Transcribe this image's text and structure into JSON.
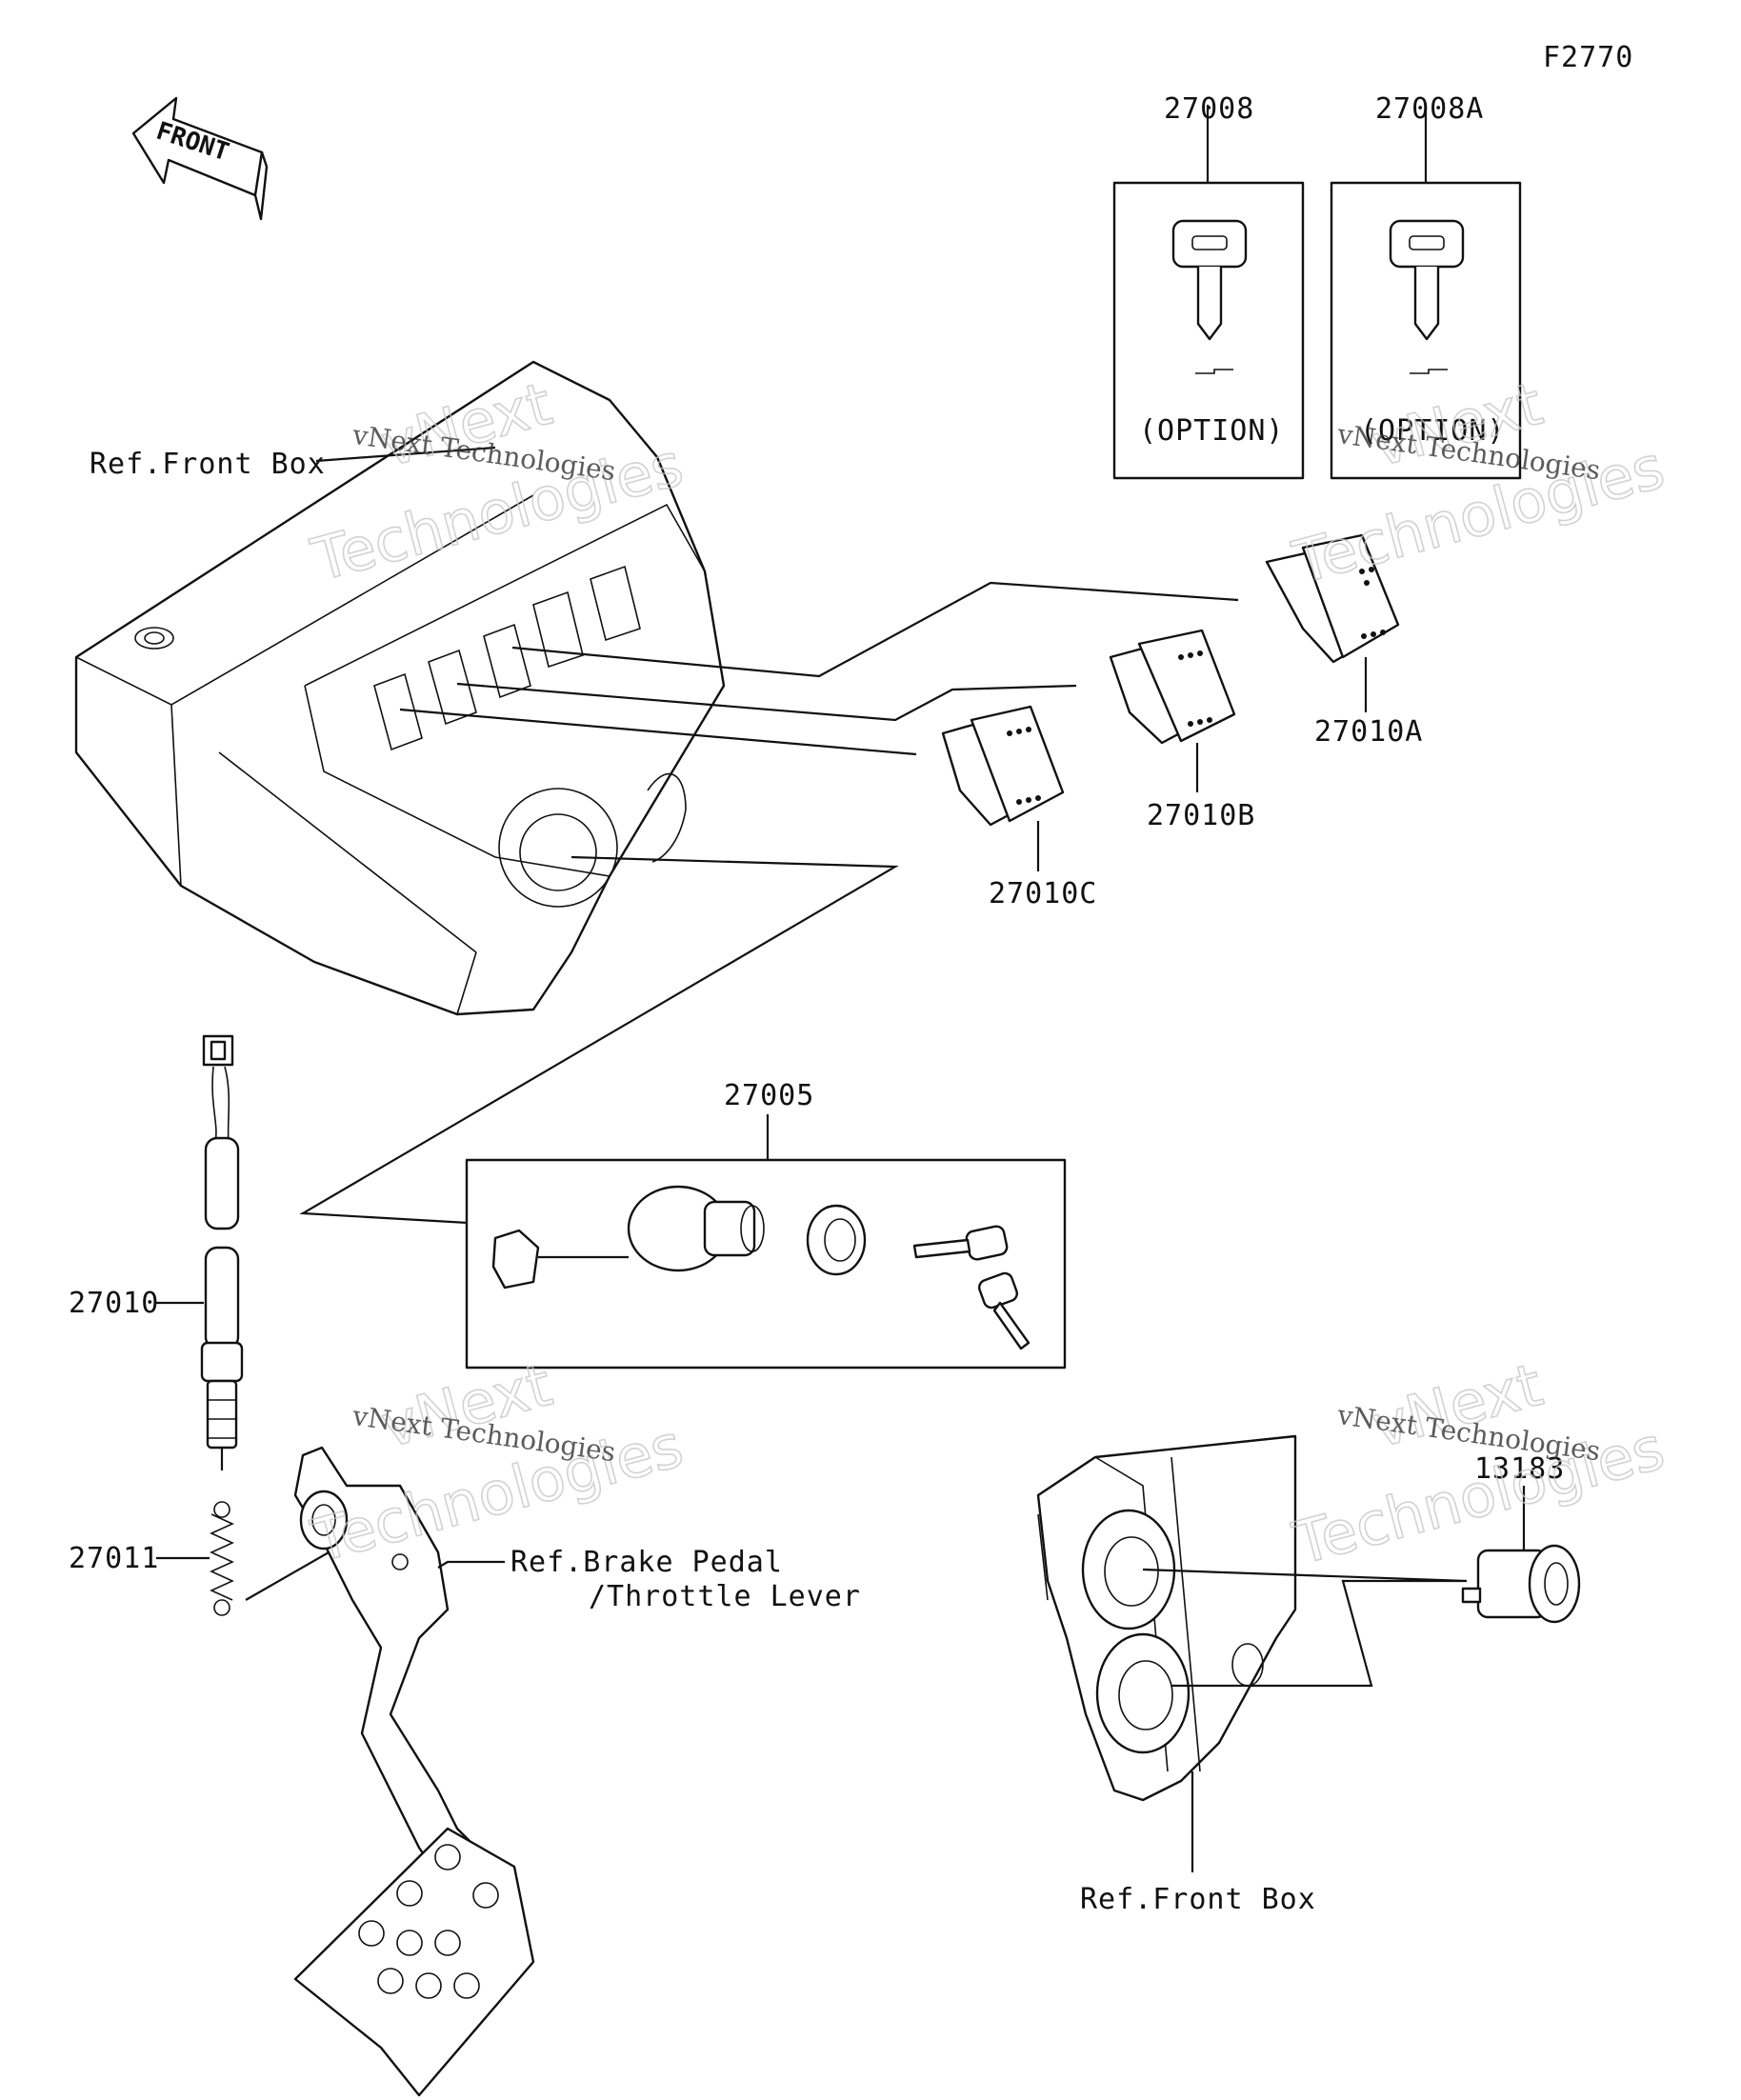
{
  "figure_code": "F2770",
  "front_arrow_text": "FRONT",
  "watermark": {
    "line1": "vNext",
    "line2": "Technologies",
    "caption": "vNext Technologies"
  },
  "labels": {
    "ref_front_box_top": "Ref.Front Box",
    "ref_front_box_bottom": "Ref.Front Box",
    "ref_brake_line1": "Ref.Brake Pedal",
    "ref_brake_line2": "/Throttle Lever",
    "p27008": "27008",
    "p27008A": "27008A",
    "option1": "(OPTION)",
    "option2": "(OPTION)",
    "p27010A": "27010A",
    "p27010B": "27010B",
    "p27010C": "27010C",
    "p27005": "27005",
    "p27010": "27010",
    "p27011": "27011",
    "p13183": "13183"
  }
}
